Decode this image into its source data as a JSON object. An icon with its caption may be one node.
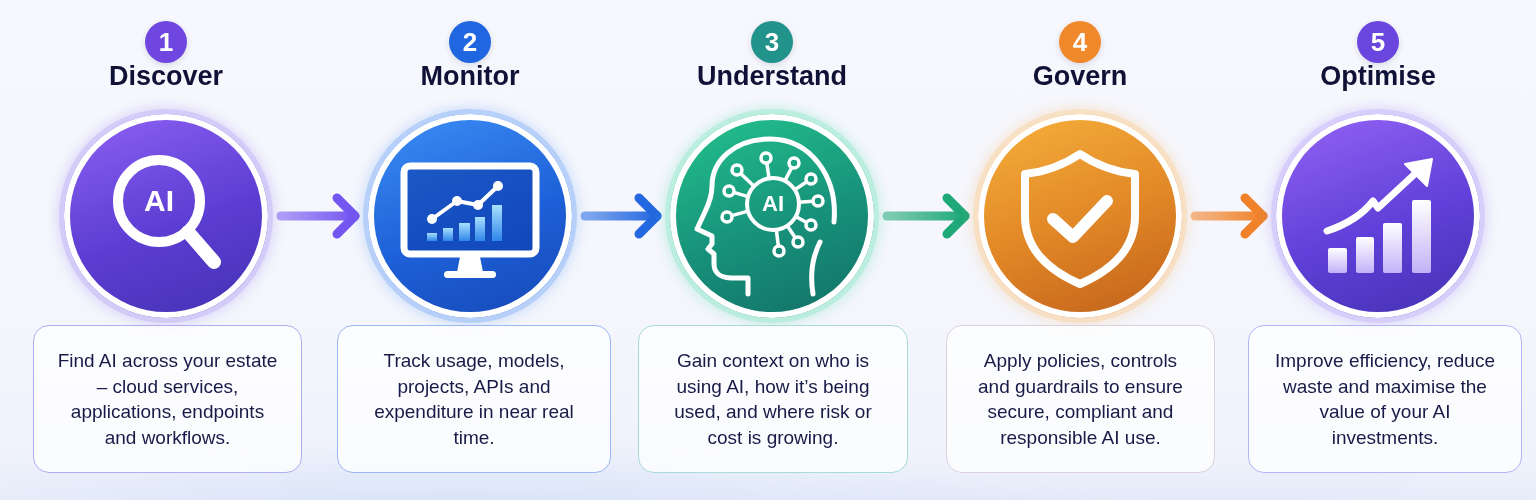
{
  "diagram": {
    "nodes": [
      {
        "text": [
          "1"
        ],
        "beside": [
          "Discover"
        ]
      },
      {
        "text": [
          "AI"
        ]
      },
      {
        "text": [
          "Find AI across your estate – cloud services, applications, endpoints and workflows."
        ]
      },
      {
        "text": [
          "2"
        ],
        "beside": [
          "Monitor"
        ]
      },
      {
        "text": [],
        "shape": "circle"
      },
      {
        "text": [
          "Track usage, models, projects, APIs and expenditure in near real time."
        ]
      },
      {
        "text": [
          "3"
        ],
        "beside": [
          "Understand"
        ]
      },
      {
        "text": [
          "AI"
        ]
      },
      {
        "text": [
          "Gain context on who is using AI, how it’s being used, and where risk or cost is growing."
        ]
      },
      {
        "text": [
          "4"
        ],
        "beside": [
          "Govern"
        ]
      },
      {
        "text": [],
        "shape": "circle"
      },
      {
        "text": [
          "Apply policies, controls and guardrails to ensure secure, compliant and responsible AI use."
        ]
      },
      {
        "text": [
          "5"
        ],
        "beside": [
          "Optimise"
        ]
      },
      {
        "text": [],
        "shape": "circle"
      },
      {
        "text": [
          "Improve efficiency, reduce waste and maximise the value of your AI investments."
        ]
      }
    ],
    "edges": [
      {
        "from": 1,
        "to": 4,
        "arrow": "to",
        "color": "#7456f0"
      },
      {
        "from": 4,
        "to": 7,
        "arrow": "to",
        "color": "#2468e0"
      },
      {
        "from": 7,
        "to": 10,
        "arrow": "to",
        "color": "#1fa878"
      },
      {
        "from": 10,
        "to": 13,
        "arrow": "to",
        "color": "#f0822a"
      }
    ]
  }
}
